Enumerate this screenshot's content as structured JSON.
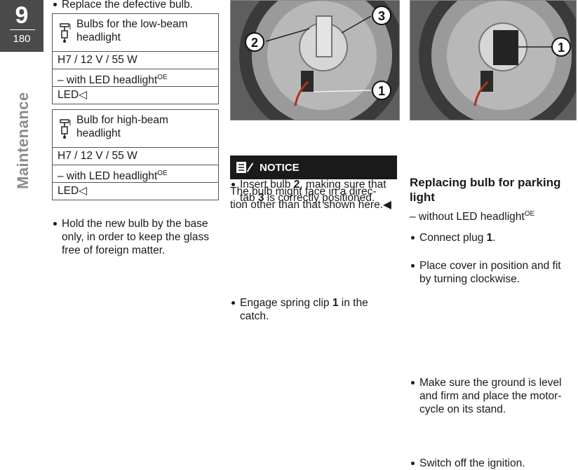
{
  "margin": {
    "chapter_number": "9",
    "page_number": "180",
    "section_title": "Maintenance"
  },
  "col1": {
    "intro_bullet": "Replace the defective bulb.",
    "table_low": {
      "title_line1": "Bulbs for the low-beam",
      "title_line2": "headlight",
      "rows": [
        {
          "text": "H7 / 12 V / 55 W",
          "sup": ""
        },
        {
          "text": "– with LED headlight",
          "sup": "OE"
        },
        {
          "text": "LED◁",
          "sup": ""
        }
      ]
    },
    "table_high": {
      "title_line1": "Bulb for high-beam",
      "title_line2": "headlight",
      "rows": [
        {
          "text": "H7 / 12 V / 55 W",
          "sup": ""
        },
        {
          "text": "– with LED headlight",
          "sup": "OE"
        },
        {
          "text": "LED◁",
          "sup": ""
        }
      ]
    },
    "hold_bullet_lines": [
      "Hold the new bulb by the base",
      "only, in order to keep the glass",
      "free of foreign matter."
    ]
  },
  "col2": {
    "callouts": [
      "2",
      "3",
      "1"
    ],
    "insert_bullet": {
      "line1_pre": "Insert bulb ",
      "line1_bold": "2",
      "line1_post": ", making sure that",
      "line2_pre": "tab ",
      "line2_bold": "3",
      "line2_post": " is correctly positioned."
    },
    "notice_label": "NOTICE",
    "notice_lines": [
      "The bulb might face in a direc-",
      "tion other than that shown here.◀"
    ],
    "engage_bullet": {
      "line1_pre": "Engage spring clip ",
      "line1_bold": "1",
      "line1_post": " in the",
      "line2": "catch."
    }
  },
  "col3": {
    "callouts": [
      "1"
    ],
    "connect_bullet": {
      "pre": "Connect plug ",
      "bold": "1",
      "post": "."
    },
    "cover_bullet_lines": [
      "Place cover in position and fit",
      "by turning clockwise."
    ],
    "heading_line1": "Replacing bulb for parking",
    "heading_line2": "light",
    "variant_text": "– without LED headlight",
    "variant_sup": "OE",
    "ground_bullet_lines": [
      "Make sure the ground is level",
      "and firm and place the motor-",
      "cycle on its stand."
    ],
    "ignition_bullet": "Switch off the ignition."
  },
  "colors": {
    "chapter_tab": "#4a4a4a",
    "side_title": "#8c8c8c",
    "notice_bg": "#1a1a1a"
  }
}
